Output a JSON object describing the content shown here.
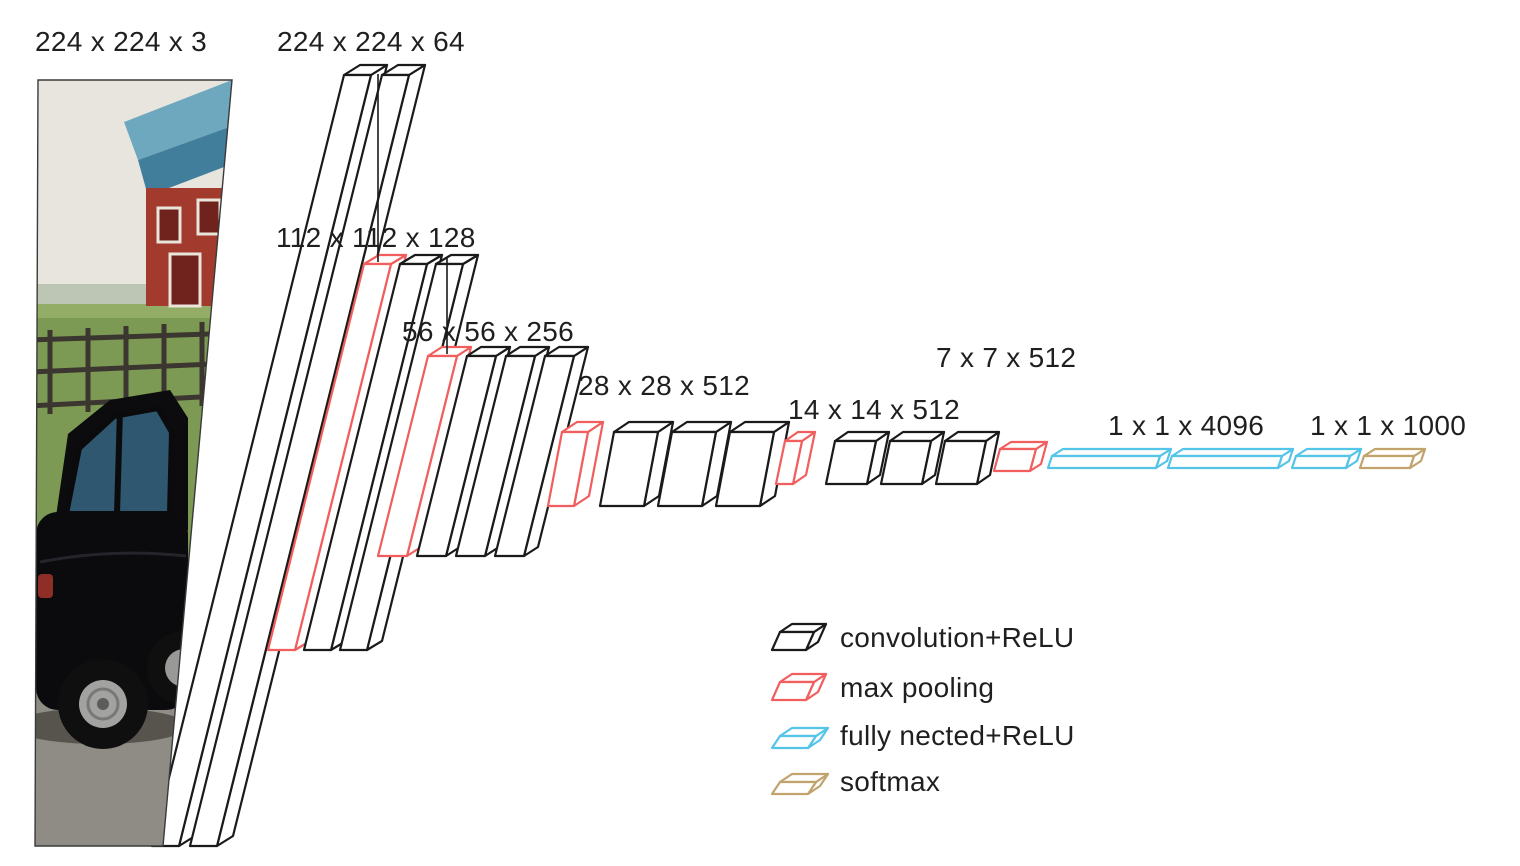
{
  "diagram": {
    "blocks": [
      {
        "label": "224 x 224 x 3",
        "layers": [
          "input"
        ]
      },
      {
        "label": "224 x 224 x 64",
        "layers": [
          "conv",
          "conv"
        ]
      },
      {
        "label": "112 x 112 x 128",
        "layers": [
          "pool",
          "conv",
          "conv"
        ]
      },
      {
        "label": "56 x 56 x 256",
        "layers": [
          "pool",
          "conv",
          "conv",
          "conv"
        ]
      },
      {
        "label": "28 x 28 x 512",
        "layers": [
          "pool",
          "conv",
          "conv",
          "conv"
        ]
      },
      {
        "label": "14 x 14 x 512",
        "layers": [
          "pool",
          "conv",
          "conv",
          "conv"
        ]
      },
      {
        "label": "7 x 7 x 512",
        "layers": [
          "pool"
        ]
      },
      {
        "label": "1 x 1 x 4096",
        "layers": [
          "fc",
          "fc"
        ]
      },
      {
        "label": "1 x 1 x 1000",
        "layers": [
          "fc",
          "softmax"
        ]
      }
    ],
    "legend": [
      {
        "type": "conv",
        "label": "convolution+ReLU"
      },
      {
        "type": "pool",
        "label": "max pooling"
      },
      {
        "type": "fc",
        "label": "fully nected+ReLU"
      },
      {
        "type": "softmax",
        "label": "softmax"
      }
    ],
    "colors": {
      "conv": "#1a1a1a",
      "pool": "#f15e5e",
      "fc": "#55c4e9",
      "softmax": "#c2a36e",
      "text": "#1f1f1f",
      "background": "#ffffff"
    }
  }
}
